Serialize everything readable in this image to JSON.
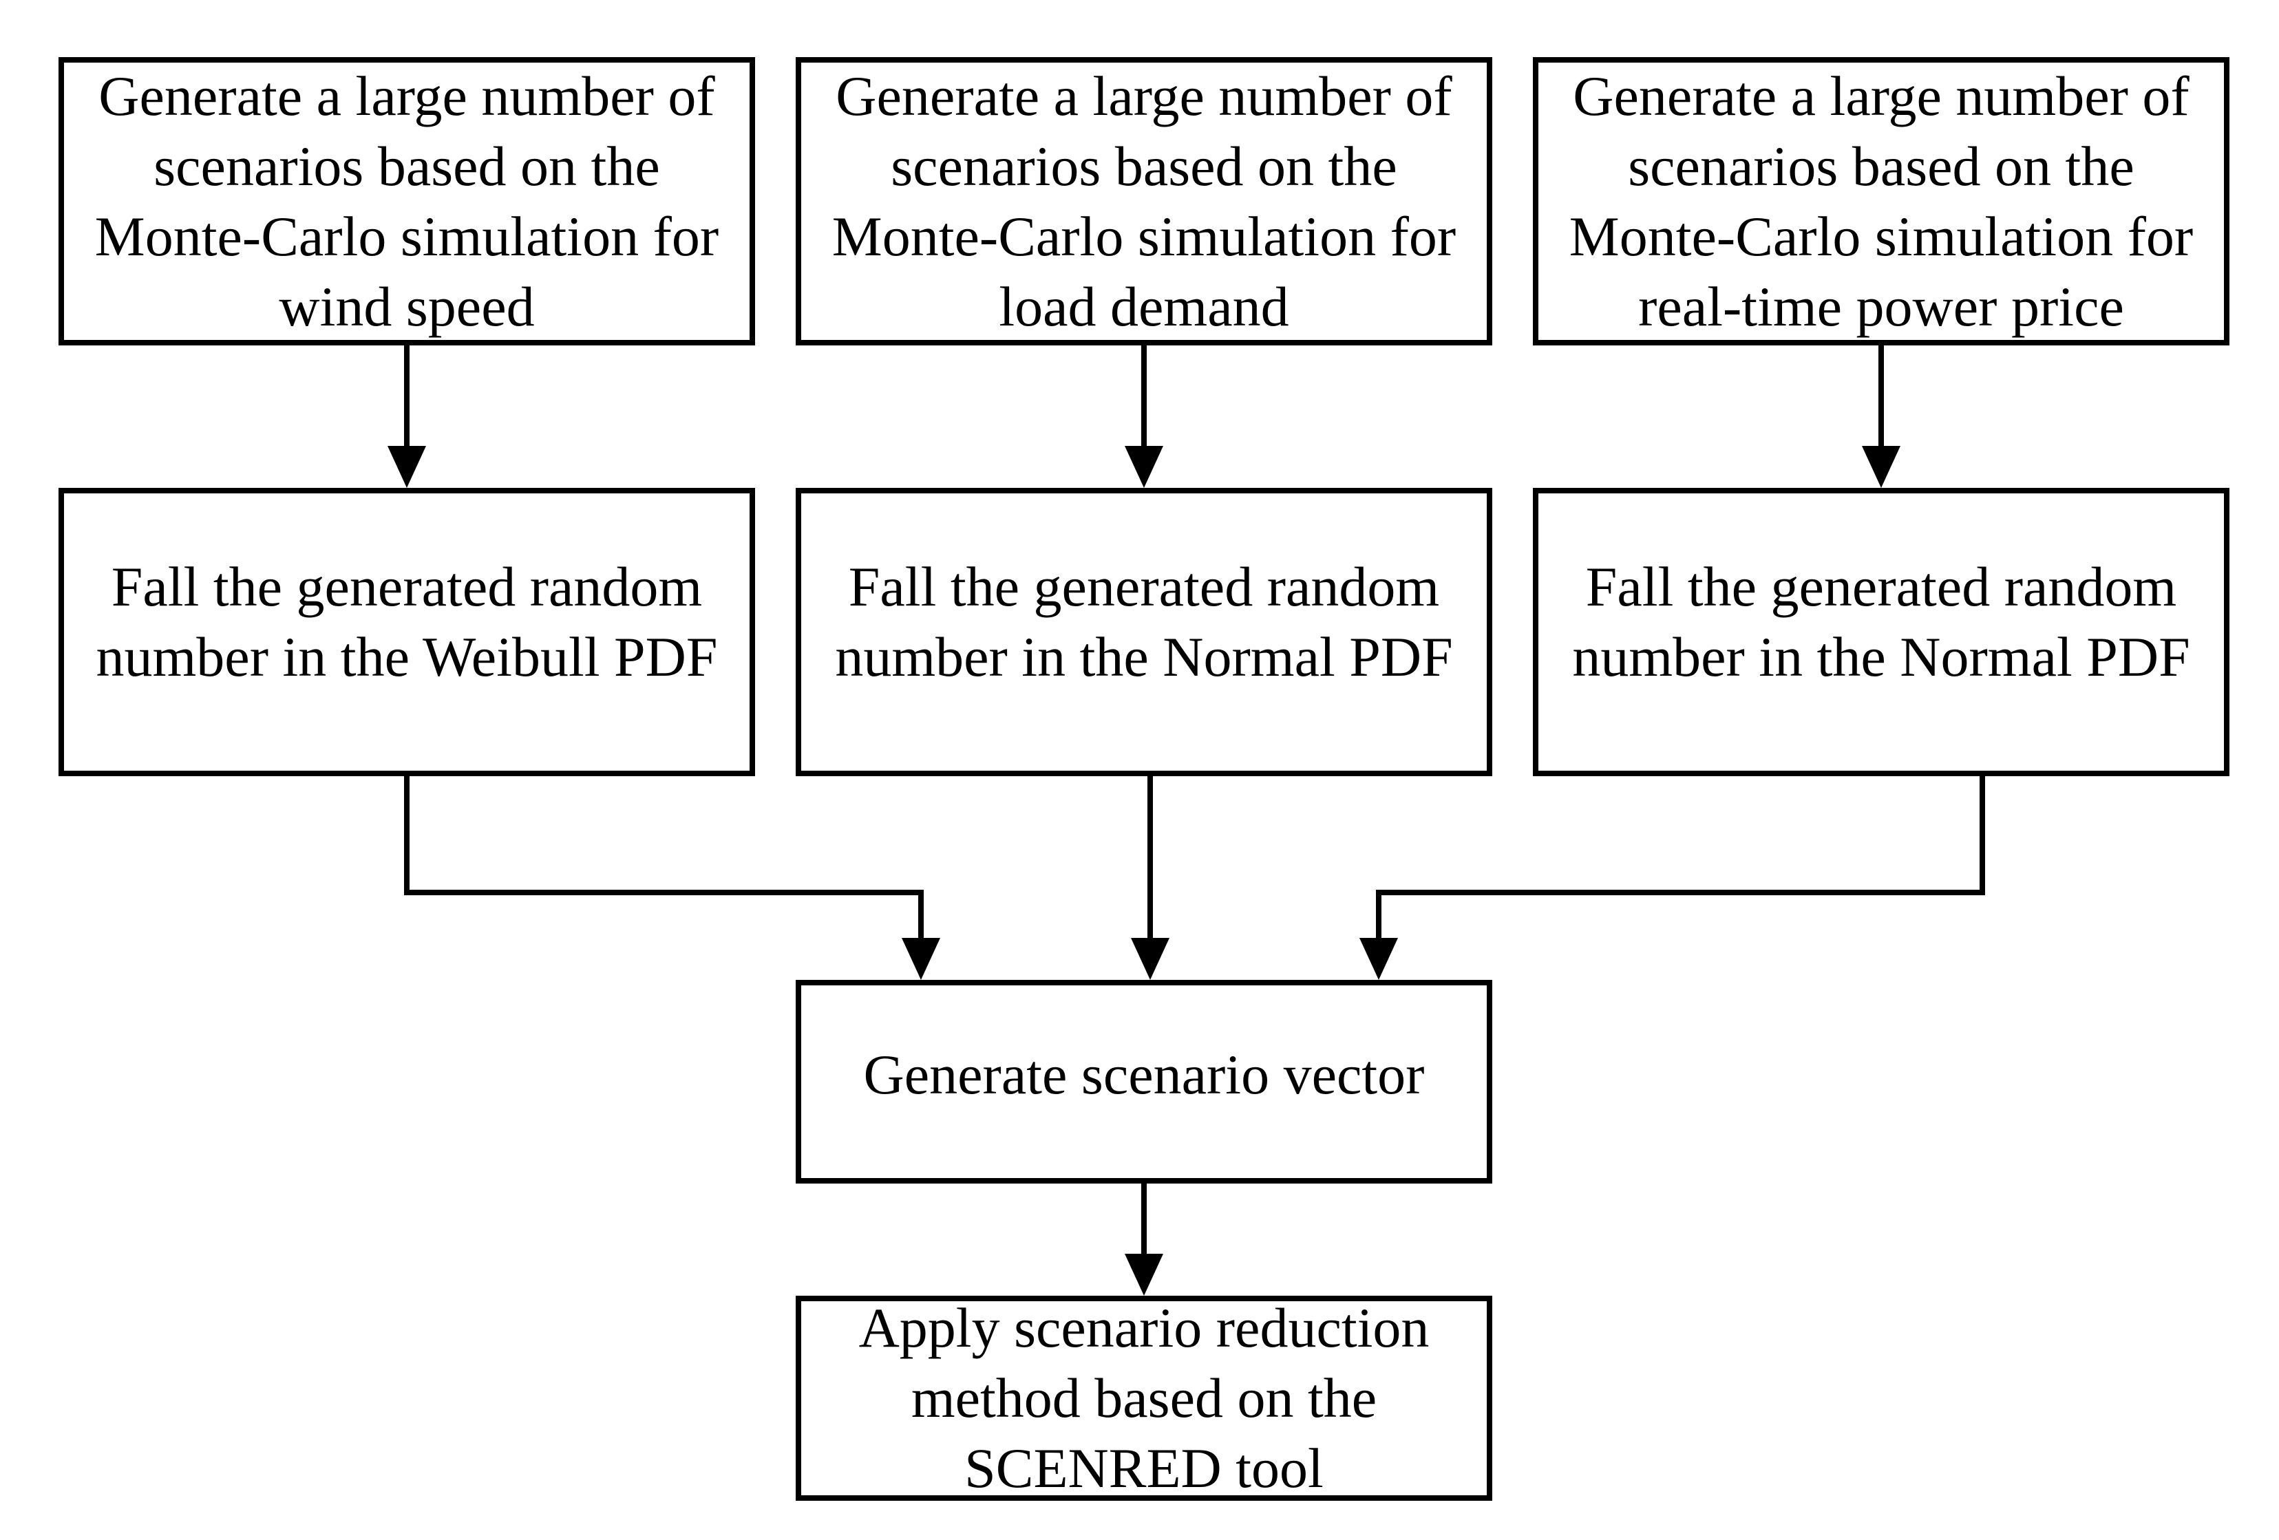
{
  "diagram": {
    "boxes": {
      "wind_source": "Generate a large number of\nscenarios based on the\nMonte-Carlo simulation for\nwind speed",
      "load_source": "Generate a large number of\nscenarios based on the\nMonte-Carlo simulation for\nload demand",
      "price_source": "Generate a large number of\nscenarios based on the\nMonte-Carlo simulation for\nreal-time power price",
      "wind_pdf": "Fall the generated random\nnumber in the Weibull PDF",
      "load_pdf": "Fall the generated random\nnumber in the Normal PDF",
      "price_pdf": "Fall the generated random\nnumber in the Normal PDF",
      "scenario_vector": "Generate scenario vector",
      "reduction": "Apply scenario reduction\nmethod based on the\nSCENRED tool"
    },
    "colors": {
      "stroke": "#000000",
      "background": "#ffffff"
    }
  }
}
